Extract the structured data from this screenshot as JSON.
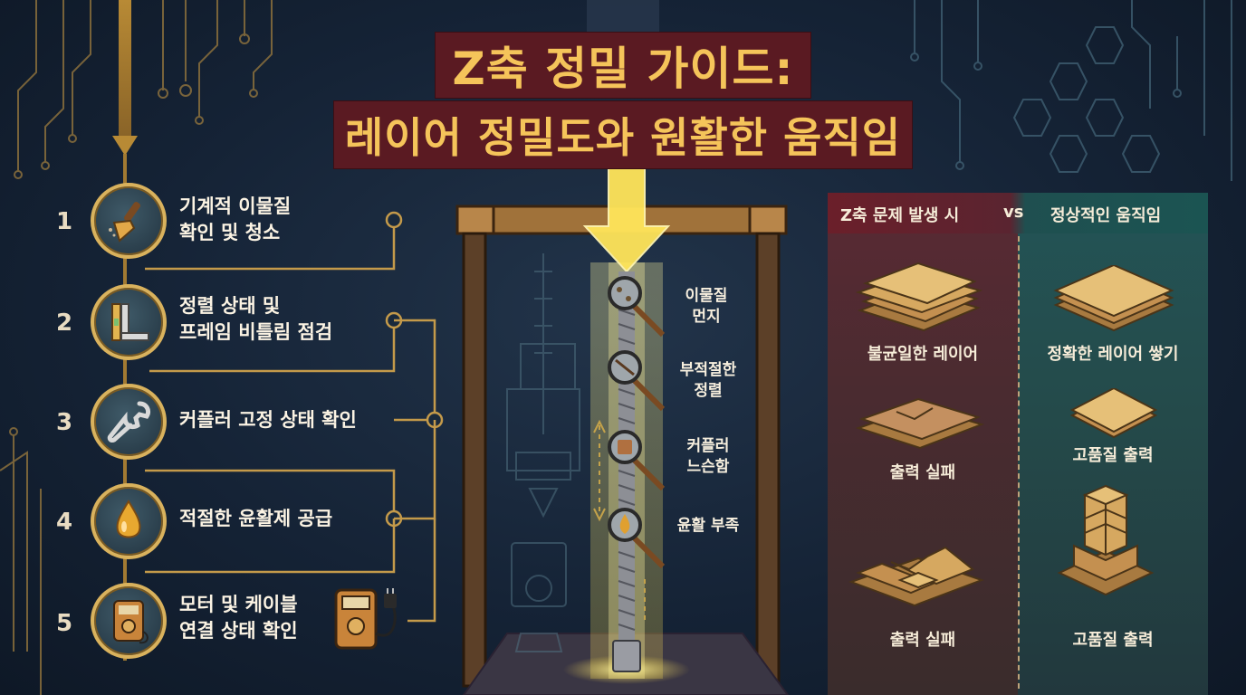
{
  "title": {
    "line1": "Z축 정밀 가이드:",
    "line2": "레이어 정밀도와 원활한 움직임"
  },
  "steps": [
    {
      "number": "1",
      "label_line1": "기계적 이물질",
      "label_line2": "확인 및 청소",
      "icon": "brush-icon"
    },
    {
      "number": "2",
      "label_line1": "정렬 상태 및",
      "label_line2": "프레임 비틀림 점검",
      "icon": "level-square-icon"
    },
    {
      "number": "3",
      "label_line1": "커플러 고정 상태 확인",
      "label_line2": "",
      "icon": "wrench-icon"
    },
    {
      "number": "4",
      "label_line1": "적절한 윤활제 공급",
      "label_line2": "",
      "icon": "oil-drop-icon"
    },
    {
      "number": "5",
      "label_line1": "모터 및 케이블",
      "label_line2": "연결 상태 확인",
      "icon": "multimeter-icon"
    }
  ],
  "magnifiers": [
    {
      "line1": "이물질",
      "line2": "먼지"
    },
    {
      "line1": "부적절한",
      "line2": "정렬"
    },
    {
      "line1": "커플러",
      "line2": "느슨함"
    },
    {
      "line1": "윤활 부족",
      "line2": ""
    }
  ],
  "comparison": {
    "header_left": "Z축 문제 발생 시",
    "header_vs": "vs",
    "header_right": "정상적인 움직임",
    "left_items": [
      "불균일한 레이어",
      "출력 실패",
      "출력 실패"
    ],
    "right_items": [
      "정확한 레이어 쌓기",
      "고품질 출력",
      "고품질 출력"
    ]
  },
  "colors": {
    "gold": "#d9b25d",
    "title_bg": "#5a1a22",
    "title_text": "#f5c45a",
    "glow": "#fff27a"
  }
}
